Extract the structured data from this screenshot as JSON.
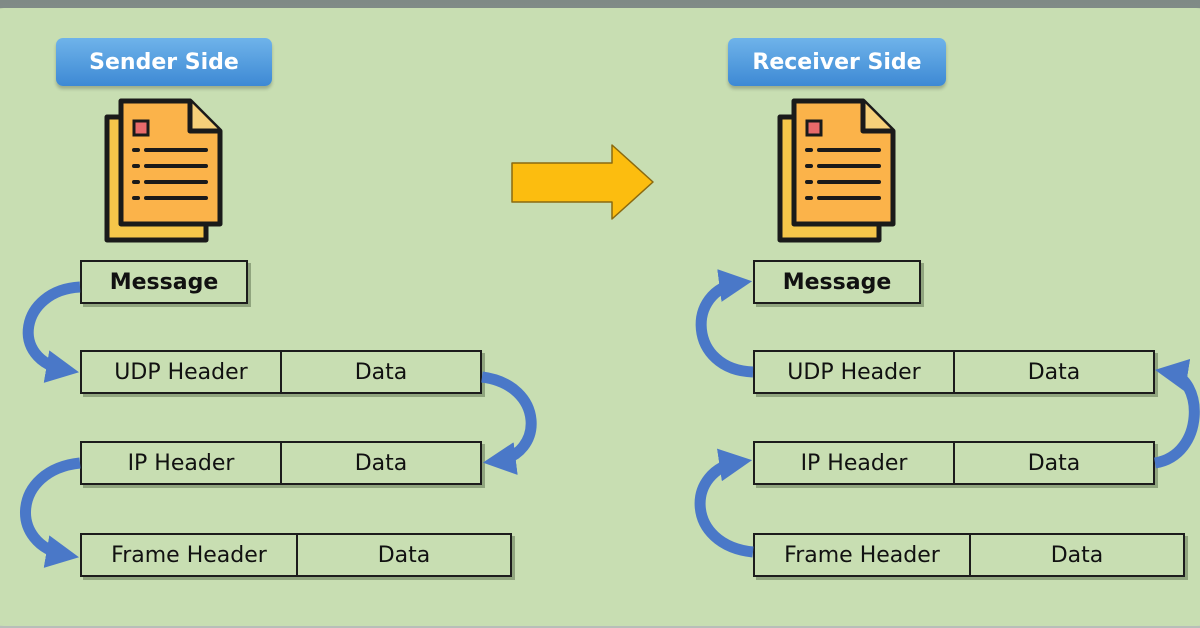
{
  "sender": {
    "title": "Sender Side",
    "message_label": "Message",
    "layers": [
      {
        "header": "UDP Header",
        "data": "Data"
      },
      {
        "header": "IP Header",
        "data": "Data"
      },
      {
        "header": "Frame Header",
        "data": "Data"
      }
    ]
  },
  "receiver": {
    "title": "Receiver Side",
    "message_label": "Message",
    "layers": [
      {
        "header": "UDP Header",
        "data": "Data"
      },
      {
        "header": "IP Header",
        "data": "Data"
      },
      {
        "header": "Frame Header",
        "data": "Data"
      }
    ]
  },
  "icons": {
    "document": "document-icon",
    "transfer_arrow": "right-arrow-icon",
    "curved_arrow": "curved-arrow-icon"
  },
  "colors": {
    "panel": "#c8deb2",
    "pill": "#4a95dc",
    "transfer_arrow": "#fcbd0f",
    "curved_arrow": "#4a78c8",
    "document": "#fbb34a"
  }
}
